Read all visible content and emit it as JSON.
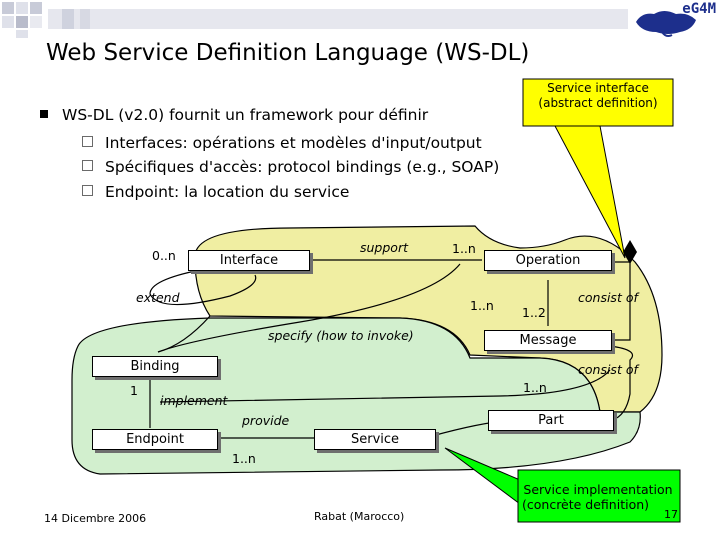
{
  "logo": {
    "text": "eG4M"
  },
  "title": "Web Service Definition Language (WS-DL)",
  "bullet": "WS-DL (v2.0) fournit un framework pour définir",
  "subbullets": [
    "Interfaces: opérations et modèles d'input/output",
    "Spécifiques d'accès: protocol bindings (e.g., SOAP)",
    "Endpoint: la location du service"
  ],
  "callouts": {
    "interface": {
      "line1": "Service interface",
      "line2": "(abstract definition)"
    },
    "implementation": {
      "line1": "Service implementation",
      "line2": "(concrète definition)"
    }
  },
  "diagram": {
    "boxes": {
      "interface": "Interface",
      "operation": "Operation",
      "message": "Message",
      "binding": "Binding",
      "endpoint": "Endpoint",
      "service": "Service",
      "part": "Part"
    },
    "labels": {
      "support": "support",
      "extend": "extend",
      "specify": "specify (how to invoke)",
      "consist_of_1": "consist of",
      "consist_of_2": "consist of",
      "implement": "implement",
      "provide": "provide"
    },
    "multiplicities": {
      "interface_self": "0..n",
      "support_n": "1..n",
      "operation_specify": "1..n",
      "operation_message": "1..2",
      "message_part": "1..n",
      "binding_endpoint": "1",
      "service_endpoint": "1..n"
    }
  },
  "colors": {
    "yellow_region": "#f0eea2",
    "green_region": "#d2efce",
    "callout_yellow": "#ffff00",
    "callout_green": "#00ff00"
  },
  "footer": {
    "date": "14 Dicembre 2006",
    "place": "Rabat (Marocco)",
    "page": "17"
  }
}
